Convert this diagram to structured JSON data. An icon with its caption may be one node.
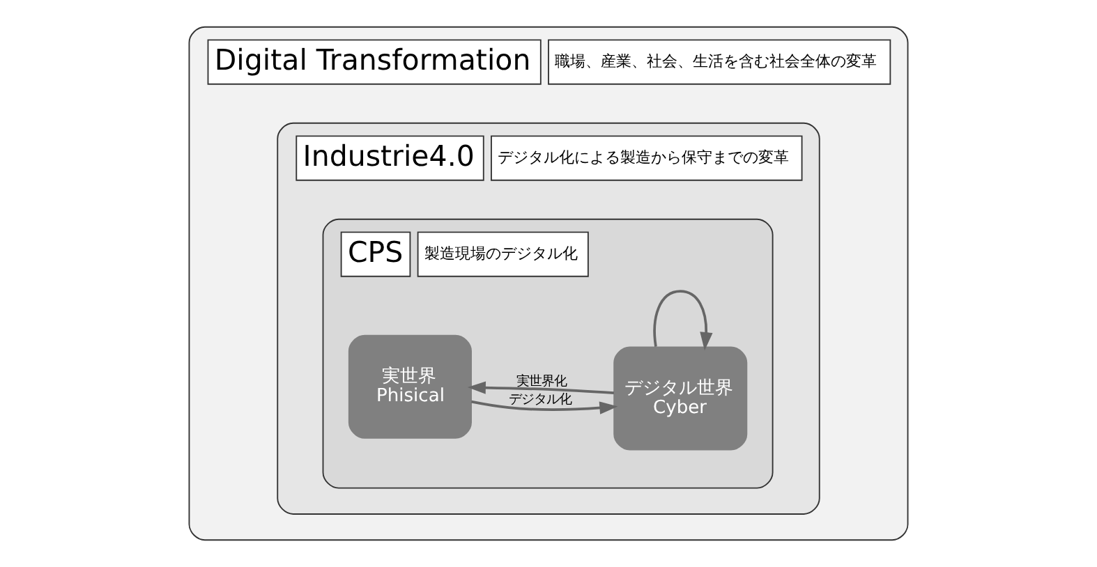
{
  "diagram": {
    "nodes": [
      {
        "text": [
          "Digital Transformation",
          "職場、産業、社会、生活を含む社会全体の変革"
        ]
      },
      {
        "text": [
          "Industrie4.0",
          "デジタル化による製造から保守までの変革"
        ],
        "in": 0
      },
      {
        "text": [
          "CPS",
          "製造現場のデジタル化"
        ],
        "in": 1
      },
      {
        "text": [
          "実世界",
          "Phisical"
        ],
        "in": 2
      },
      {
        "text": [
          "デジタル世界",
          "Cyber"
        ],
        "in": 2
      }
    ],
    "edges": [
      {
        "from": 3,
        "to": 4,
        "arrow": "to",
        "label": "デジタル化"
      },
      {
        "from": 4,
        "to": 3,
        "arrow": "to",
        "label": "実世界化"
      },
      {
        "from": 4,
        "to": 4,
        "arrow": "to"
      }
    ]
  }
}
